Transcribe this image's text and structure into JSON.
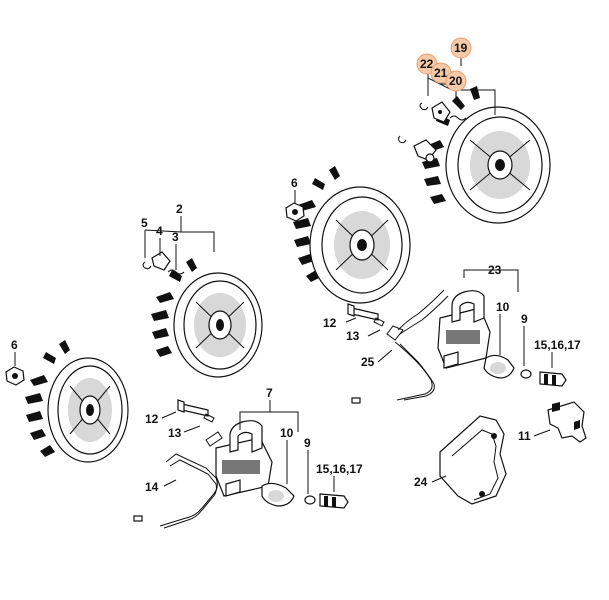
{
  "callouts": {
    "c19": "19",
    "c22": "22",
    "c21": "21",
    "c20": "20",
    "c6a": "6",
    "c2": "2",
    "c5": "5",
    "c4": "4",
    "c3": "3",
    "c23": "23",
    "c10a": "10",
    "c9a": "9",
    "c12a": "12",
    "c13a": "13",
    "c25": "25",
    "c151617a": "15,16,17",
    "c6b": "6",
    "c7": "7",
    "c10b": "10",
    "c9b": "9",
    "c12b": "12",
    "c13b": "13",
    "c11": "11",
    "c14": "14",
    "c151617b": "15,16,17",
    "c24": "24"
  },
  "highlight_color": "#f6c9a8"
}
